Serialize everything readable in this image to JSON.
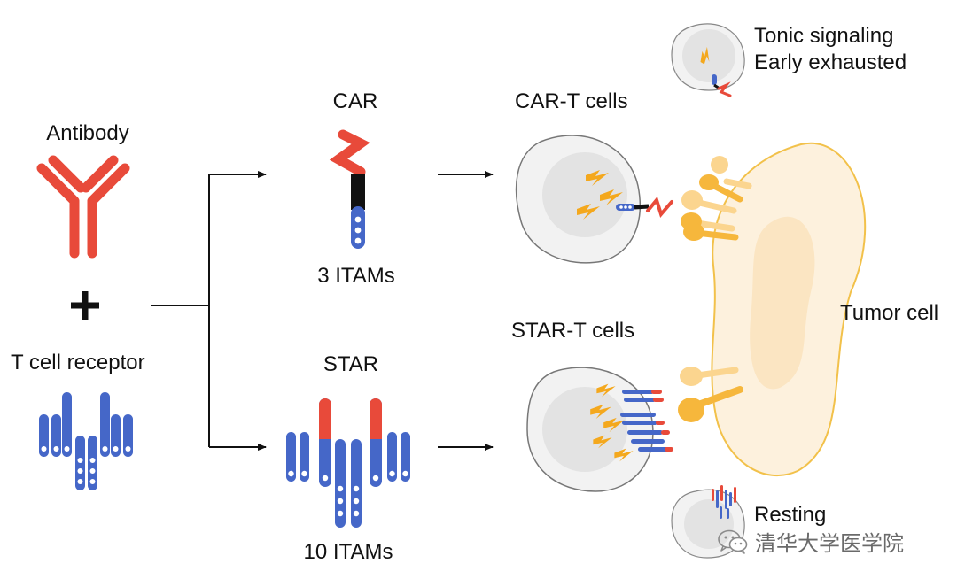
{
  "labels": {
    "antibody": "Antibody",
    "plus": "+",
    "t_cell_receptor": "T cell receptor",
    "car": "CAR",
    "car_itams": "3 ITAMs",
    "star": "STAR",
    "star_itams": "10 ITAMs",
    "car_t_cells": "CAR-T cells",
    "star_t_cells": "STAR-T cells",
    "tumor_cell": "Tumor cell",
    "tonic_signaling": "Tonic signaling",
    "early_exhausted": "Early exhausted",
    "resting": "Resting"
  },
  "watermark": {
    "text": "清华大学医学院",
    "icon": "wechat-icon"
  },
  "colors": {
    "antibody_red": "#e84a3a",
    "tcr_blue": "#4567c8",
    "tumor_fill": "#fdf1dd",
    "tumor_outline": "#f2c14a",
    "antigen_orange": "#f6b73c",
    "lightning": "#f4a81d",
    "cell_gray": "#ececec"
  }
}
